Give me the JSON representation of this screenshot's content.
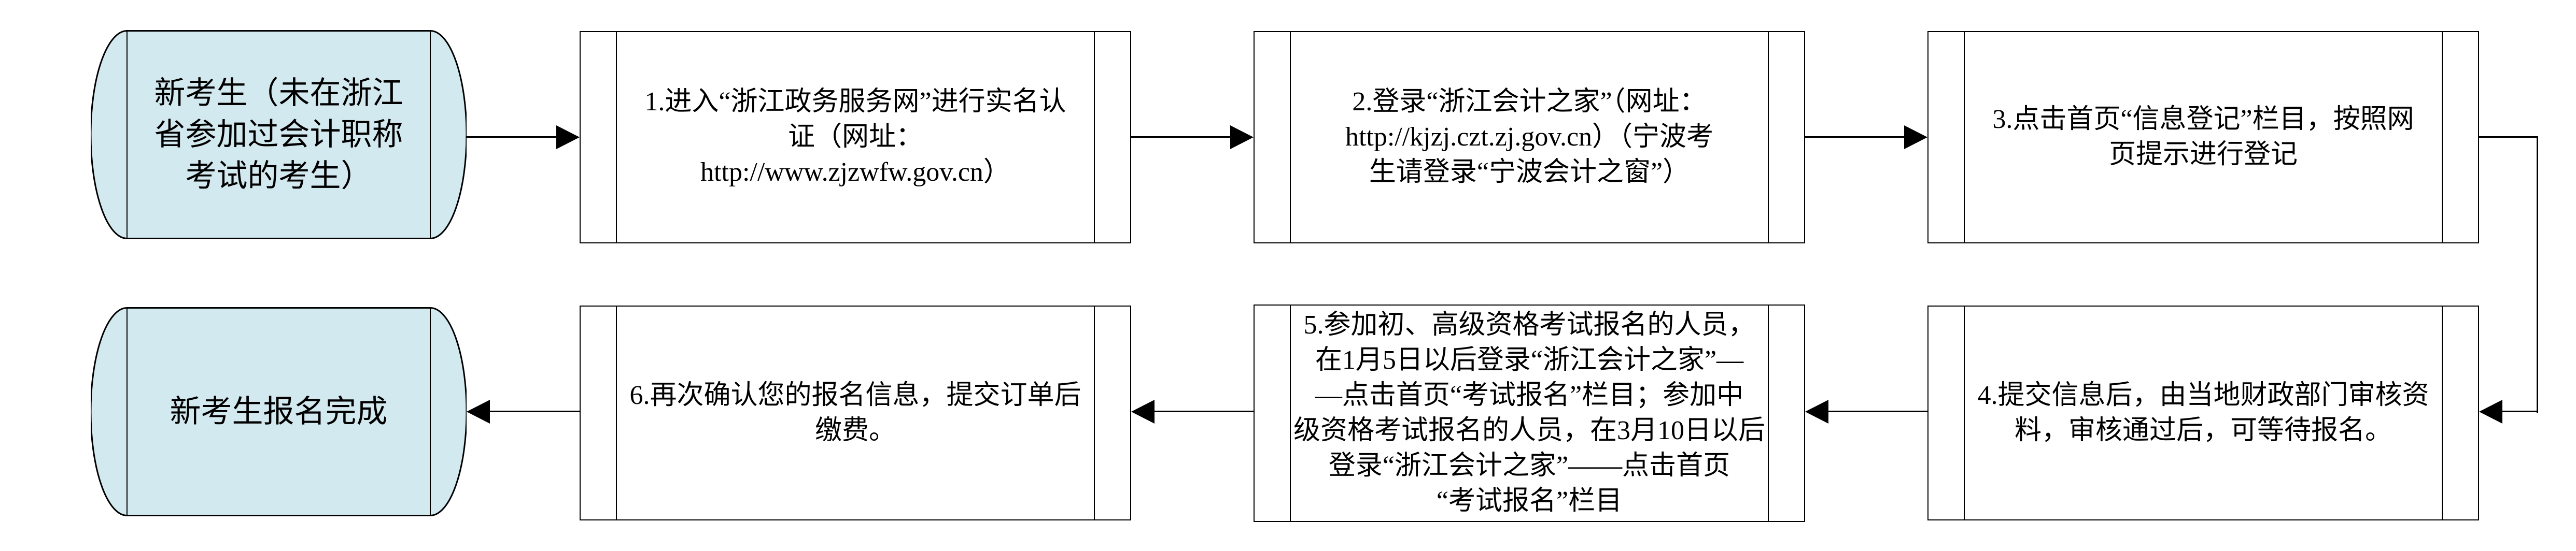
{
  "flow": {
    "colors": {
      "terminal_fill": "#d3e9f0",
      "process_fill": "#ffffff",
      "stroke": "#000000"
    },
    "start": {
      "id": "start",
      "label": "新考生（未在浙江\n省参加过会计职称\n考试的考生）"
    },
    "end": {
      "id": "end",
      "label": "新考生报名完成"
    },
    "steps": [
      {
        "id": "step1",
        "text": "1.进入“浙江政务服务网”进行实名认\n证（网址：\nhttp://www.zjzwfw.gov.cn）"
      },
      {
        "id": "step2",
        "text": "2.登录“浙江会计之家”（网址：\nhttp://kjzj.czt.zj.gov.cn）（宁波考\n生请登录“宁波会计之窗”）"
      },
      {
        "id": "step3",
        "text": "3.点击首页“信息登记”栏目，按照网\n页提示进行登记"
      },
      {
        "id": "step4",
        "text": "4.提交信息后，由当地财政部门审核资\n料，审核通过后，可等待报名。"
      },
      {
        "id": "step5",
        "text": "5.参加初、高级资格考试报名的人员，\n在1月5日以后登录“浙江会计之家”—\n—点击首页“考试报名”栏目；参加中\n级资格考试报名的人员，在3月10日以后\n登录“浙江会计之家”——点击首页\n“考试报名”栏目"
      },
      {
        "id": "step6",
        "text": "6.再次确认您的报名信息，提交订单后\n缴费。"
      }
    ],
    "edges": [
      {
        "from": "start",
        "to": "step1"
      },
      {
        "from": "step1",
        "to": "step2"
      },
      {
        "from": "step2",
        "to": "step3"
      },
      {
        "from": "step3",
        "to": "step4"
      },
      {
        "from": "step4",
        "to": "step5"
      },
      {
        "from": "step5",
        "to": "step6"
      },
      {
        "from": "step6",
        "to": "end"
      }
    ]
  }
}
